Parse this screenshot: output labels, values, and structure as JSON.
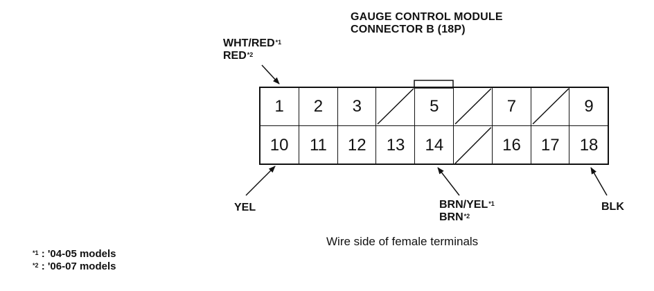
{
  "title": {
    "line1": "GAUGE CONTROL MODULE",
    "line2": "CONNECTOR B (18P)"
  },
  "terminals_top": [
    "1",
    "2",
    "3",
    "",
    "5",
    "",
    "7",
    "",
    "9"
  ],
  "terminals_bottom": [
    "10",
    "11",
    "12",
    "13",
    "14",
    "",
    "16",
    "17",
    "18"
  ],
  "wire_labels": {
    "pin1": {
      "line1": "WHT/RED",
      "line1_note": "*1",
      "line2": "RED",
      "line2_note": "*2"
    },
    "pin10": {
      "line1": "YEL"
    },
    "pin14": {
      "line1": "BRN/YEL",
      "line1_note": "*1",
      "line2": "BRN",
      "line2_note": "*2"
    },
    "pin18": {
      "line1": "BLK"
    }
  },
  "caption": "Wire side of female terminals",
  "footnotes": [
    {
      "mark": "*1",
      "text": ": '04-05 models"
    },
    {
      "mark": "*2",
      "text": ": '06-07 models"
    }
  ]
}
